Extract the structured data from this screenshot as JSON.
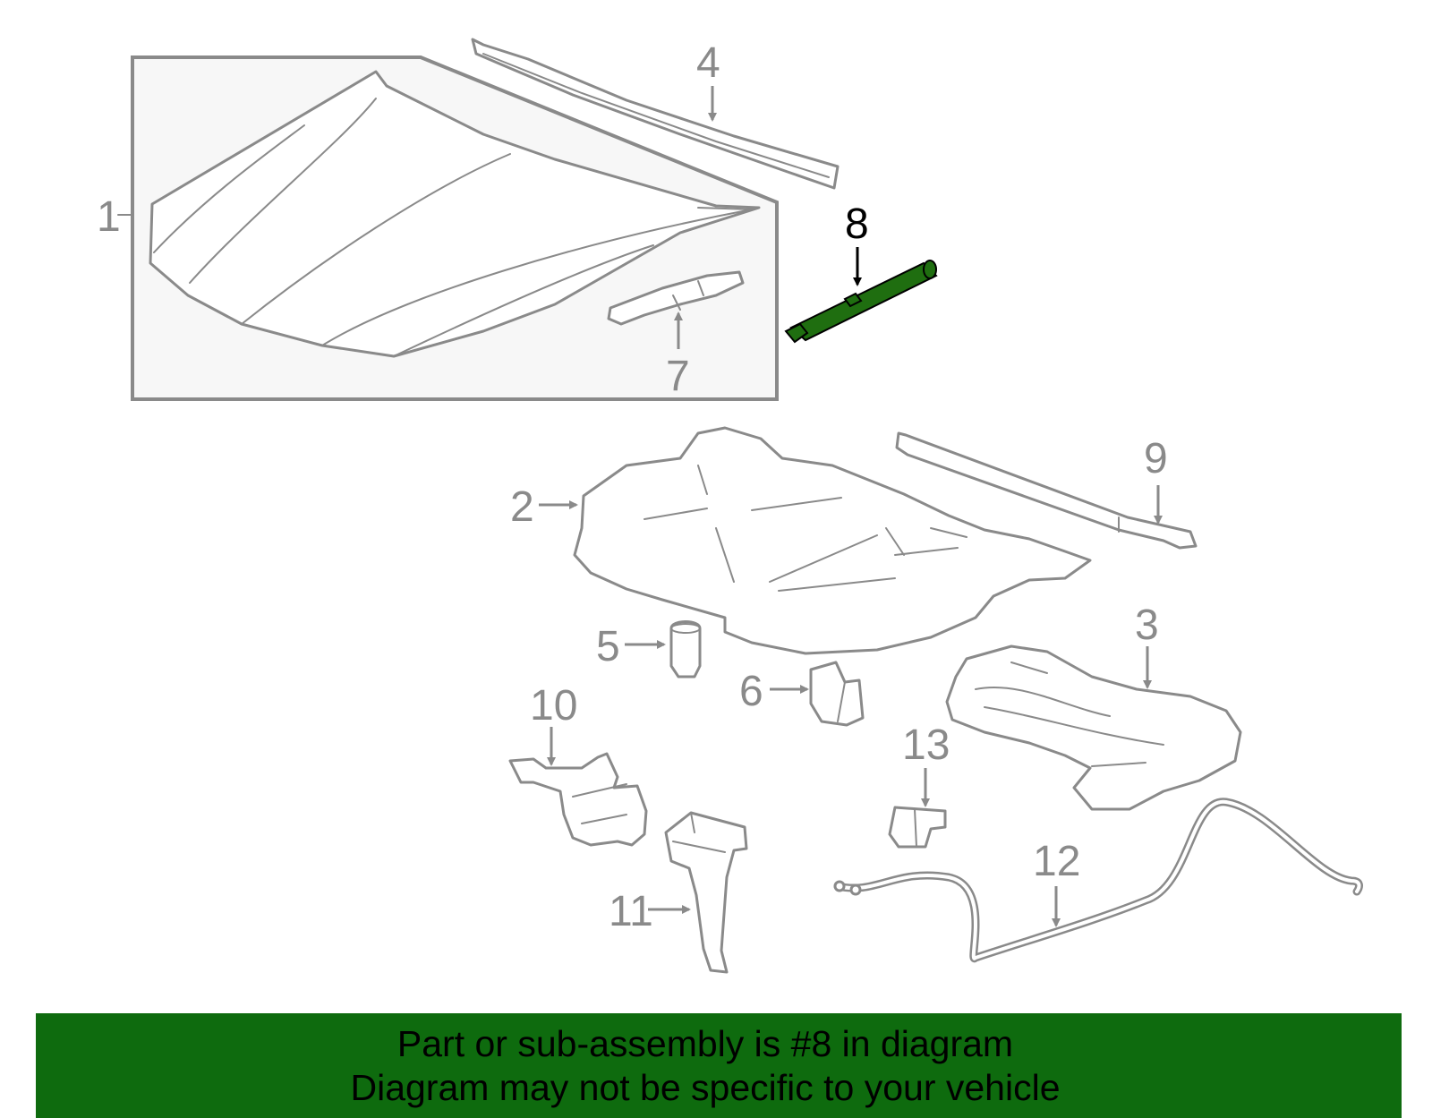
{
  "diagram": {
    "highlight_color": "#1f6e10",
    "line_color": "#8a8a8a",
    "callouts": [
      {
        "id": "1",
        "label": "1"
      },
      {
        "id": "2",
        "label": "2"
      },
      {
        "id": "3",
        "label": "3"
      },
      {
        "id": "4",
        "label": "4"
      },
      {
        "id": "5",
        "label": "5"
      },
      {
        "id": "6",
        "label": "6"
      },
      {
        "id": "7",
        "label": "7"
      },
      {
        "id": "8",
        "label": "8",
        "highlighted": true
      },
      {
        "id": "9",
        "label": "9"
      },
      {
        "id": "10",
        "label": "10"
      },
      {
        "id": "11",
        "label": "11"
      },
      {
        "id": "12",
        "label": "12"
      },
      {
        "id": "13",
        "label": "13"
      }
    ]
  },
  "banner": {
    "background": "#0e6b0e",
    "line1": "Part or sub-assembly is #8 in diagram",
    "line2": "Diagram may not be specific to your vehicle"
  }
}
